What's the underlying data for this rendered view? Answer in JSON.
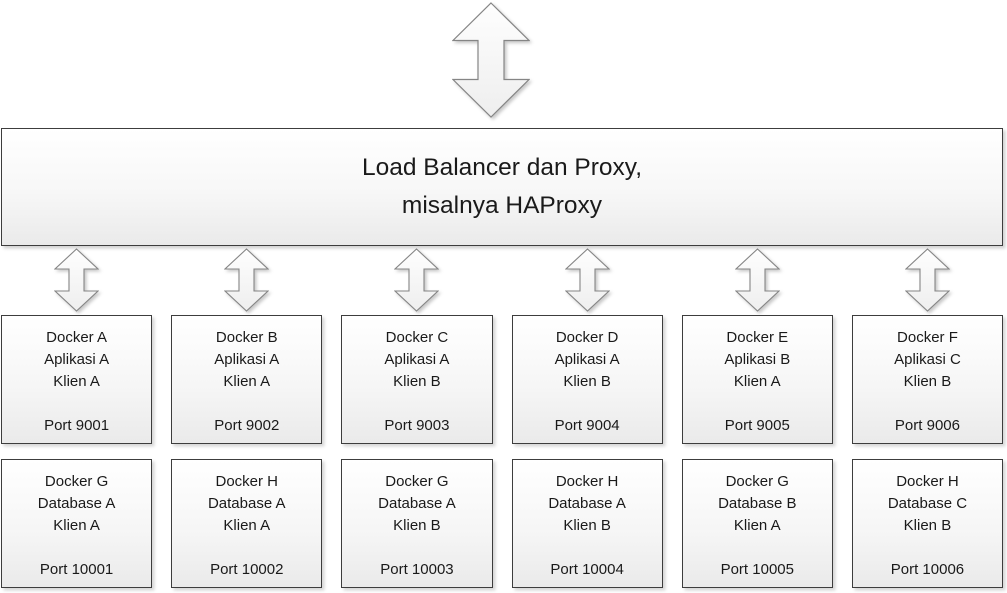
{
  "diagram": {
    "load_balancer": {
      "label_line1": "Load Balancer dan Proxy,",
      "label_line2": "misalnya HAProxy"
    },
    "app_containers": [
      {
        "name": "Docker A",
        "service": "Aplikasi A",
        "client": "Klien A",
        "port": "Port 9001"
      },
      {
        "name": "Docker B",
        "service": "Aplikasi A",
        "client": "Klien A",
        "port": "Port 9002"
      },
      {
        "name": "Docker C",
        "service": "Aplikasi A",
        "client": "Klien B",
        "port": "Port 9003"
      },
      {
        "name": "Docker D",
        "service": "Aplikasi A",
        "client": "Klien B",
        "port": "Port 9004"
      },
      {
        "name": "Docker E",
        "service": "Aplikasi B",
        "client": "Klien A",
        "port": "Port 9005"
      },
      {
        "name": "Docker F",
        "service": "Aplikasi C",
        "client": "Klien B",
        "port": "Port 9006"
      }
    ],
    "db_containers": [
      {
        "name": "Docker G",
        "service": "Database A",
        "client": "Klien A",
        "port": "Port 10001"
      },
      {
        "name": "Docker H",
        "service": "Database A",
        "client": "Klien A",
        "port": "Port 10002"
      },
      {
        "name": "Docker G",
        "service": "Database A",
        "client": "Klien B",
        "port": "Port 10003"
      },
      {
        "name": "Docker H",
        "service": "Database A",
        "client": "Klien B",
        "port": "Port 10004"
      },
      {
        "name": "Docker G",
        "service": "Database B",
        "client": "Klien A",
        "port": "Port 10005"
      },
      {
        "name": "Docker H",
        "service": "Database C",
        "client": "Klien B",
        "port": "Port 10006"
      }
    ],
    "colors": {
      "box_border": "#3d3d3d",
      "box_fill_top": "#ffffff",
      "box_fill_bottom": "#eaeaea",
      "arrow_border": "#858585",
      "arrow_fill_top": "#fefefe",
      "arrow_fill_bottom": "#efefef",
      "text": "#1a1a1a",
      "background": "#ffffff"
    }
  }
}
